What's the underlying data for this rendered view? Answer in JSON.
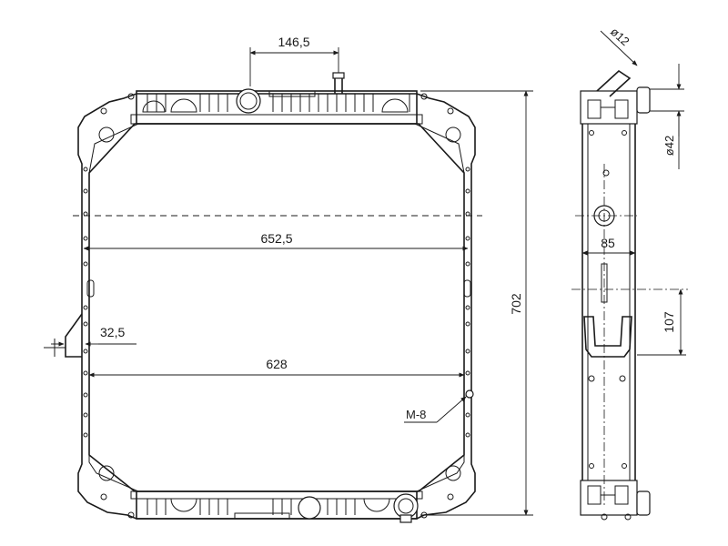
{
  "dimensions": {
    "top_offset": "146,5",
    "overall_width": "652,5",
    "core_width": "628",
    "side_offset": "32,5",
    "overall_height": "702",
    "pipe_diameter": "ø12",
    "outlet_diameter": "ø42",
    "depth": "85",
    "bracket_height": "107"
  },
  "callouts": {
    "thread": "M-8"
  }
}
